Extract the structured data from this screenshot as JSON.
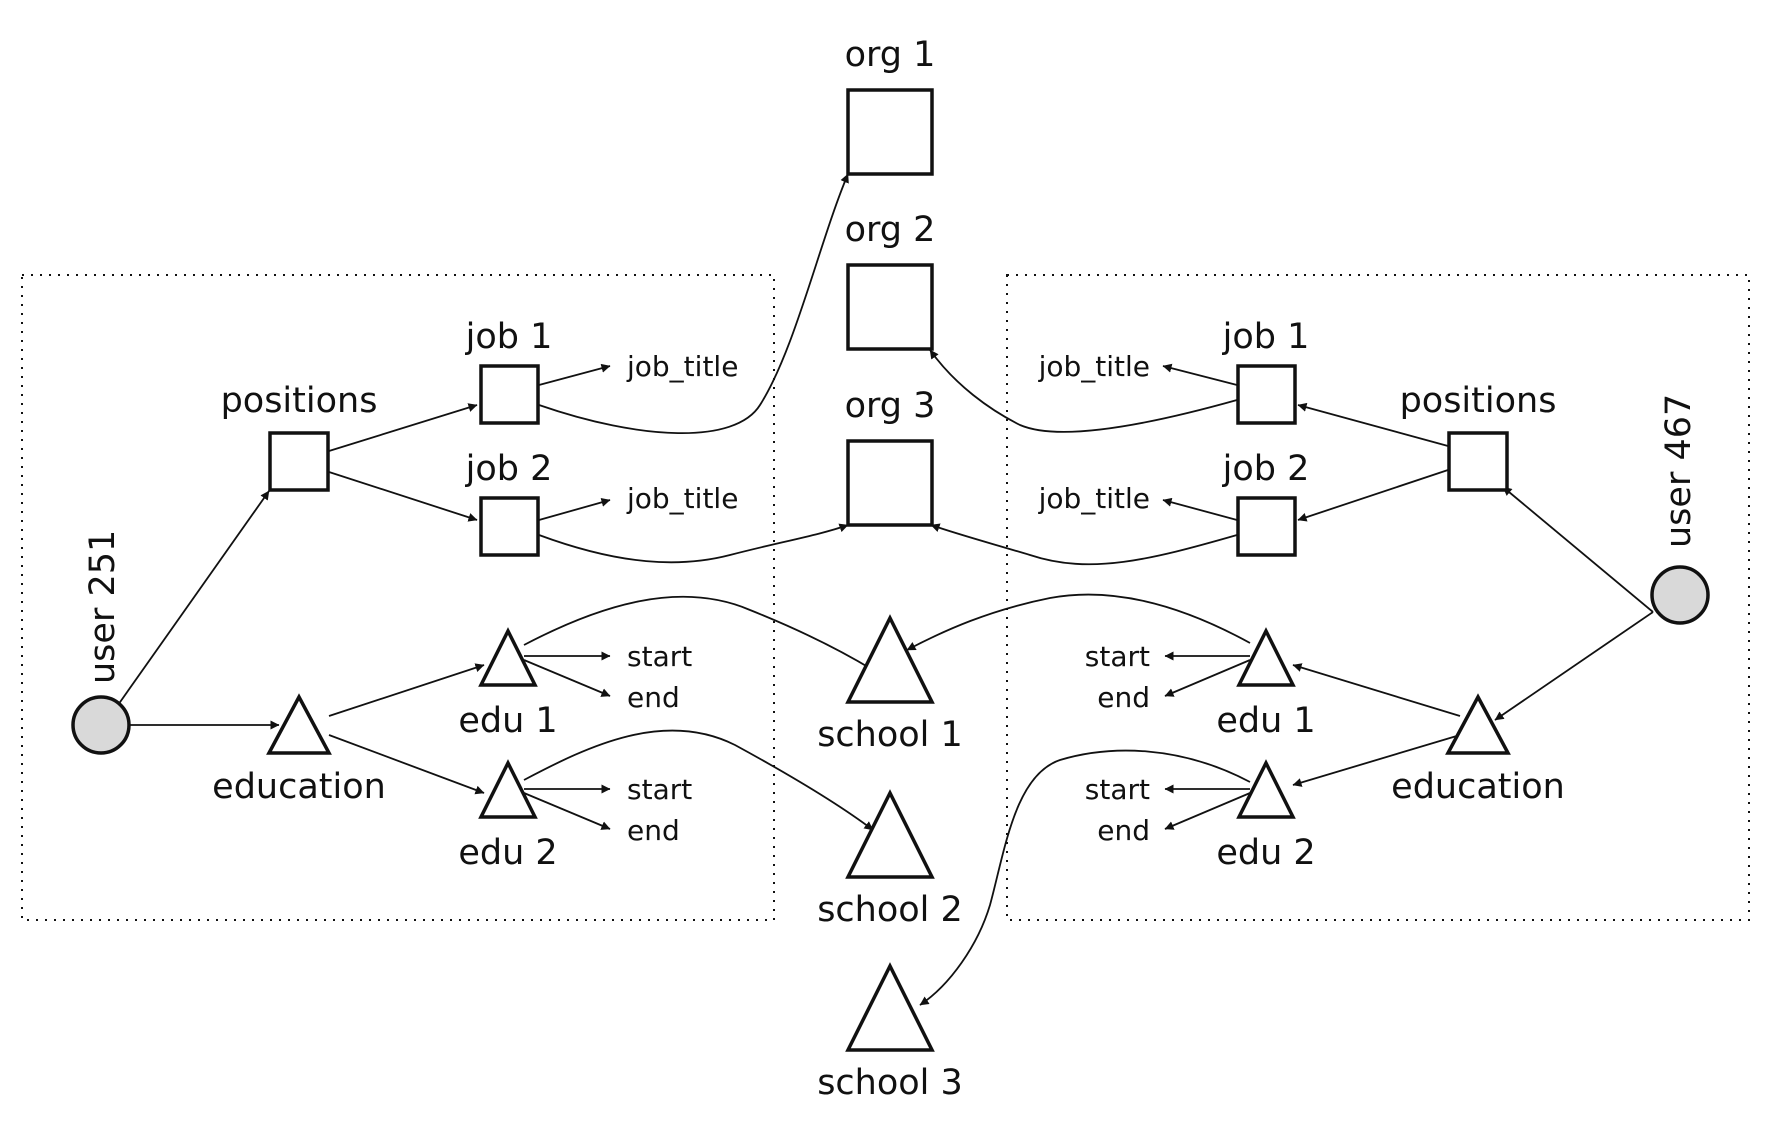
{
  "nodes": {
    "org1": "org 1",
    "org2": "org 2",
    "org3": "org 3",
    "school1": "school 1",
    "school2": "school 2",
    "school3": "school 3",
    "left": {
      "user": "user 251",
      "positions": "positions",
      "job1": "job 1",
      "job2": "job 2",
      "job1_attr": "job_title",
      "job2_attr": "job_title",
      "education": "education",
      "edu1": "edu 1",
      "edu2": "edu 2",
      "edu1_start": "start",
      "edu1_end": "end",
      "edu2_start": "start",
      "edu2_end": "end"
    },
    "right": {
      "user": "user 467",
      "positions": "positions",
      "job1": "job 1",
      "job2": "job 2",
      "job1_attr": "job_title",
      "job2_attr": "job_title",
      "education": "education",
      "edu1": "edu 1",
      "edu2": "edu 2",
      "edu1_start": "start",
      "edu1_end": "end",
      "edu2_start": "start",
      "edu2_end": "end"
    }
  },
  "colors": {
    "stroke": "#111111",
    "user_fill": "#d9d9d9",
    "shape_fill": "#ffffff"
  }
}
